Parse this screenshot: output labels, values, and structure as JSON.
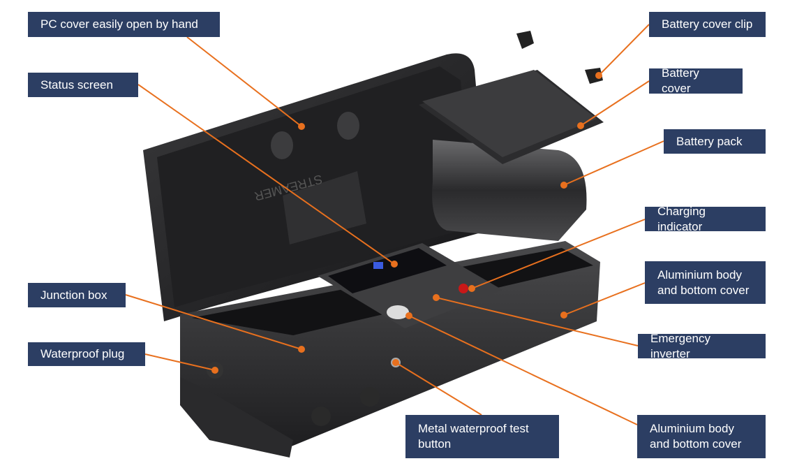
{
  "labels": [
    {
      "text": "PC cover easily open by hand"
    },
    {
      "text": "Status screen"
    },
    {
      "text": "Junction box"
    },
    {
      "text": "Waterproof plug"
    },
    {
      "text": "Metal waterproof test button"
    },
    {
      "text": "Battery cover clip"
    },
    {
      "text": "Battery cover"
    },
    {
      "text": "Battery pack"
    },
    {
      "text": "Charging indicator"
    },
    {
      "text": "Aluminium body and bottom cover"
    },
    {
      "text": "Emergency inverter"
    },
    {
      "text": "Aluminium body and bottom cover"
    }
  ],
  "colors": {
    "label_bg": "#2c3e63",
    "leader": "#e8701e"
  },
  "lid_brand": "STREAMER"
}
